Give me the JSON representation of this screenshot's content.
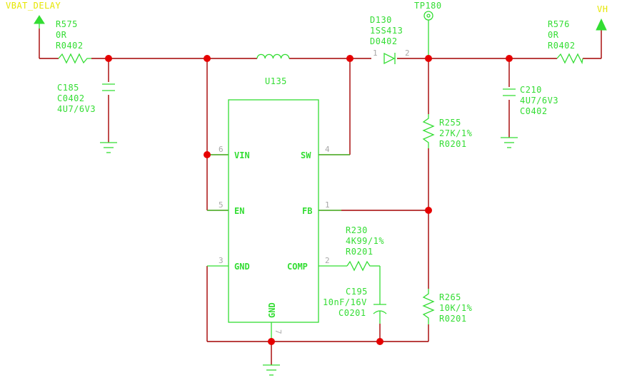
{
  "nets": {
    "vbat_delay": "VBAT_DELAY",
    "vh": "VH"
  },
  "test_point": "TP180",
  "components": {
    "r575": [
      "R575",
      "0R",
      "R0402"
    ],
    "c185": [
      "C185",
      "C0402",
      "4U7/6V3"
    ],
    "u135": "U135",
    "d130": [
      "D130",
      "1SS413",
      "D0402"
    ],
    "r576": [
      "R576",
      "0R",
      "R0402"
    ],
    "c210": [
      "C210",
      "4U7/6V3",
      "C0402"
    ],
    "r255": [
      "R255",
      "27K/1%",
      "R0201"
    ],
    "r230": [
      "R230",
      "4K99/1%",
      "R0201"
    ],
    "c195": [
      "C195",
      "10nF/16V",
      "C0201"
    ],
    "r265": [
      "R265",
      "10K/1%",
      "R0201"
    ]
  },
  "ic_pins": {
    "vin": {
      "num": "6",
      "name": "VIN"
    },
    "en": {
      "num": "5",
      "name": "EN"
    },
    "gnd": {
      "num": "3",
      "name": "GND"
    },
    "sw": {
      "num": "4",
      "name": "SW"
    },
    "fb": {
      "num": "1",
      "name": "FB"
    },
    "comp": {
      "num": "2",
      "name": "COMP"
    },
    "gnd_bottom": {
      "num": "7",
      "name": "GND"
    }
  },
  "diode_pins": {
    "anode": "1",
    "cathode": "2"
  }
}
